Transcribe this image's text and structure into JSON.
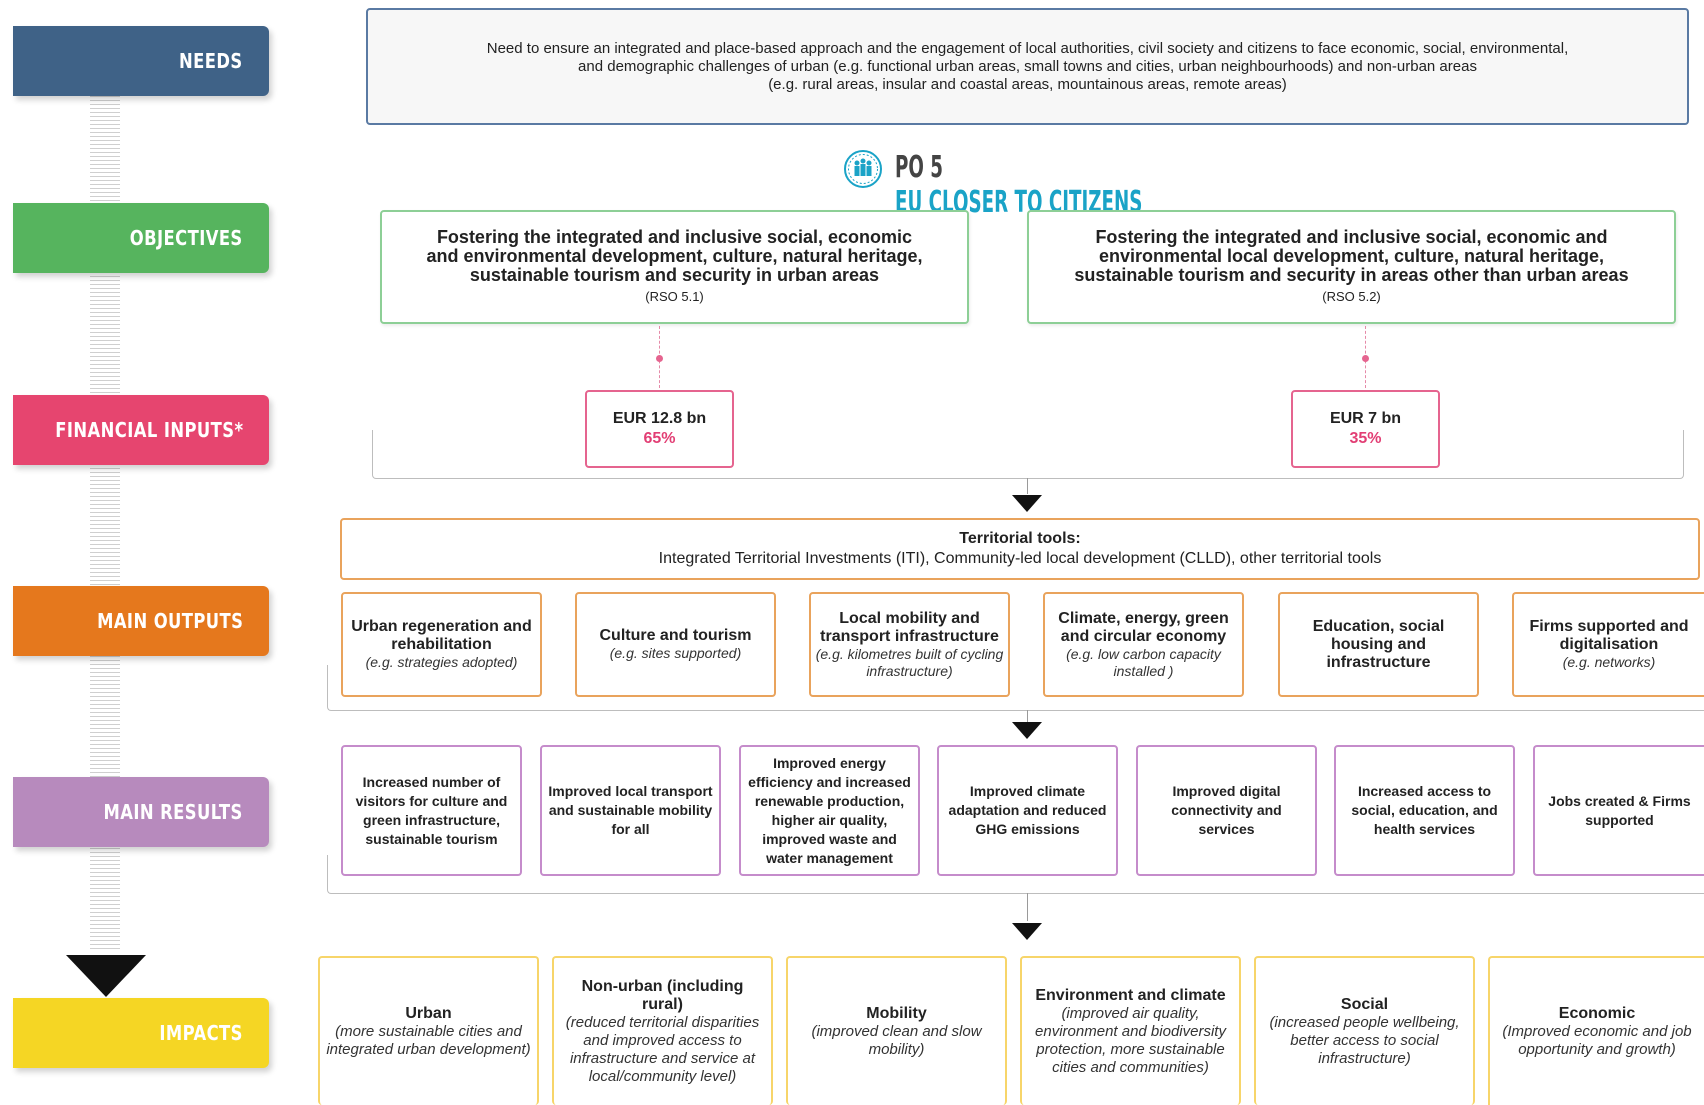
{
  "stages": {
    "needs": "NEEDS",
    "objectives": "OBJECTIVES",
    "financial_inputs": "FINANCIAL INPUTS*",
    "main_outputs": "MAIN OUTPUTS",
    "main_results": "MAIN RESULTS",
    "impacts": "IMPACTS"
  },
  "colors": {
    "needs": "#3f6287",
    "objectives": "#56b45e",
    "financial_inputs": "#e6456f",
    "main_outputs": "#e5781d",
    "main_results": "#b78abd",
    "impacts": "#f5d624",
    "title_accent": "#1aa3c7"
  },
  "needs_text": {
    "line1": "Need to ensure an integrated and place-based approach and the engagement of local authorities, civil society and citizens to face economic, social, environmental,",
    "line2": "and demographic challenges of urban (e.g. functional urban areas, small towns and cities, urban neighbourhoods) and non-urban areas",
    "line3": "(e.g. rural areas, insular and coastal areas, mountainous areas, remote areas)"
  },
  "policy_objective": {
    "prefix": "PO 5",
    "title": "EU CLOSER TO CITIZENS",
    "icon": "people-circle-icon"
  },
  "objectives": [
    {
      "lines": [
        "Fostering the integrated and inclusive social, economic",
        "and environmental development, culture, natural heritage,",
        "sustainable tourism and security in urban areas"
      ],
      "code": "(RSO 5.1)"
    },
    {
      "lines": [
        "Fostering the integrated and inclusive social, economic and",
        "environmental local development, culture, natural heritage,",
        "sustainable tourism and security in areas other than urban areas"
      ],
      "code": "(RSO 5.2)"
    }
  ],
  "financial_inputs": [
    {
      "amount": "EUR 12.8 bn",
      "share": "65%"
    },
    {
      "amount": "EUR 7 bn",
      "share": "35%"
    }
  ],
  "territorial_tools": {
    "title": "Territorial tools:",
    "text": "Integrated Territorial Investments (ITI), Community-led local development (CLLD), other territorial tools"
  },
  "outputs": [
    {
      "title": "Urban regeneration and rehabilitation",
      "example": "(e.g. strategies adopted)"
    },
    {
      "title": "Culture and tourism",
      "example": "(e.g. sites supported)"
    },
    {
      "title": "Local mobility and transport infrastructure",
      "example": "(e.g. kilometres built of cycling infrastructure)"
    },
    {
      "title": "Climate, energy, green and circular economy",
      "example": "(e.g. low carbon capacity installed )"
    },
    {
      "title": "Education, social housing and infrastructure",
      "example": ""
    },
    {
      "title": "Firms supported and digitalisation",
      "example": "(e.g. networks)"
    }
  ],
  "results": [
    "Increased number of visitors for culture and green infrastructure, sustainable tourism",
    "Improved local transport and sustainable mobility for all",
    "Improved energy efficiency and increased renewable production, higher air quality, improved waste and water management",
    "Improved climate adaptation and reduced GHG emissions",
    "Improved digital connectivity and services",
    "Increased access to social, education, and health services",
    "Jobs created & Firms supported"
  ],
  "impacts": [
    {
      "title": "Urban",
      "detail": "(more sustainable cities and integrated urban development)"
    },
    {
      "title": "Non-urban (including rural)",
      "detail": "(reduced territorial disparities and improved access to infrastructure and service at local/community level)"
    },
    {
      "title": "Mobility",
      "detail": "(improved clean and slow mobility)"
    },
    {
      "title": "Environment and climate",
      "detail": "(improved air quality, environment and biodiversity protection, more sustainable cities and communities)"
    },
    {
      "title": "Social",
      "detail": "(increased people wellbeing, better access to social infrastructure)"
    },
    {
      "title": "Economic",
      "detail": "(Improved economic and job opportunity and growth)"
    }
  ]
}
